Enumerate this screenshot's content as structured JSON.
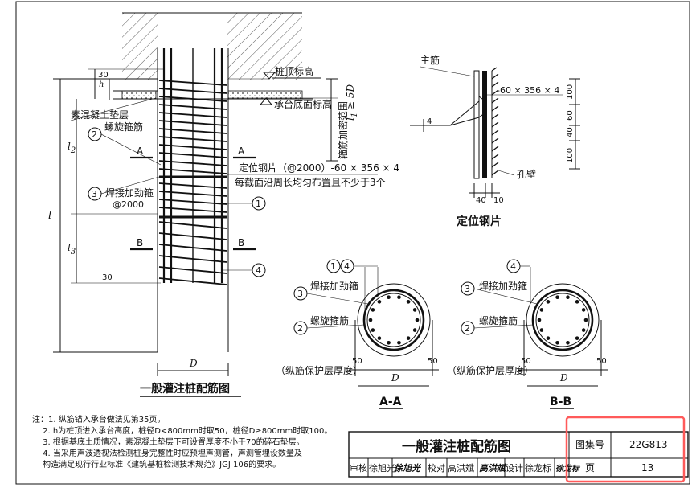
{
  "main_view": {
    "label_pile_top": "桩顶标高",
    "label_cap_bottom": "承台底面标高",
    "label_dense_zone": "箍筋加密范围",
    "label_l1": "l",
    "label_l1_sub": "1",
    "label_l1_rule": " ≥ 5D",
    "label_concrete_pad": "素混凝土垫层",
    "label_spiral": "螺旋箍筋",
    "label_weld_hoop": "焊接加劲箍",
    "label_weld_spacing": "@2000",
    "label_locator": "定位钢片（@2000）-60 × 356 × 4",
    "label_locator_note": "每截面沿周长均匀布置且不少于3个",
    "dim_30_top": "30",
    "dim_30_bottom": "30",
    "dim_h": "h",
    "dim_l": "l",
    "dim_l2": "l",
    "dim_l2_sub": "2",
    "dim_l3": "l",
    "dim_l3_sub": "3",
    "dim_D": "D",
    "section_A": "A",
    "section_B": "B",
    "callout_1": "1",
    "callout_2": "2",
    "callout_3": "3",
    "callout_4": "4",
    "title": "一般灌注桩配筋图"
  },
  "plate_detail": {
    "label_main_bar": "主筋",
    "label_plate": "-60 × 356 × 4",
    "label_hole_wall": "孔壁",
    "dim_100a": "100",
    "dim_60": "60",
    "dim_40": "40",
    "dim_100b": "100",
    "dim_40b": "40",
    "dim_10": "10",
    "weld_4": "4",
    "title": "定位钢片"
  },
  "section_aa": {
    "callout_14": [
      "1",
      "4"
    ],
    "label_weld": "焊接加劲箍",
    "label_spiral": "螺旋箍筋",
    "callout_3": "3",
    "callout_2": "2",
    "dim_50_left": "50",
    "dim_50_right": "50",
    "cover_note": "（纵筋保护层厚度）",
    "dim_D": "D",
    "title": "A-A"
  },
  "section_bb": {
    "callout_4": "4",
    "label_weld": "焊接加劲箍",
    "label_spiral": "螺旋箍筋",
    "callout_3": "3",
    "callout_2": "2",
    "dim_50_left": "50",
    "dim_50_right": "50",
    "cover_note": "（纵筋保护层厚度）",
    "dim_D": "D",
    "title": "B-B"
  },
  "notes": {
    "prefix": "注：",
    "items": [
      "1.  纵筋锚入承台做法见第35页。",
      "2.  h为桩顶进入承台高度，桩径D<800mm时取50，桩径D≥800mm时取100。",
      "3.  根据基底土质情况，素混凝土垫层下可设置厚度不小于70的碎石垫层。",
      "4.  当采用声波透视法检测桩身完整性时应预埋声测管，声测管埋设数量及",
      "    构造满足现行行业标准《建筑基桩检测技术规范》JGJ 106的要求。"
    ]
  },
  "title_block": {
    "drawing_title": "一般灌注桩配筋图",
    "atlas_label": "图集号",
    "atlas_number": "22G813",
    "page_label": "页",
    "page_number": "13",
    "review_label": "审核",
    "review_name": "徐旭光",
    "review_sig": "徐旭光",
    "check_label": "校对",
    "check_name": "高洪斌",
    "check_sig": "高洪斌",
    "design_label": "设计",
    "design_name": "徐龙标",
    "design_sig": "徐龙标"
  },
  "colors": {
    "ink": "#111111",
    "highlight": "#ff5a5a",
    "paper": "#ffffff"
  }
}
